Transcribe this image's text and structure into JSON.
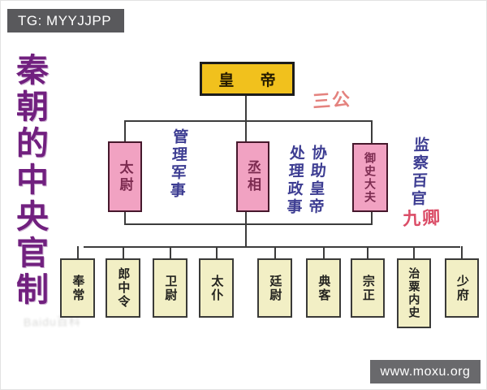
{
  "watermarks": {
    "tg": "TG: MYYJJPP",
    "site": "www.moxu.org",
    "faint": "Baidu百科"
  },
  "title": "秦朝的中央官制",
  "chart": {
    "type": "org-chart",
    "emperor": "皇帝",
    "sangong_label": "三公",
    "jiuqing_label": "九卿",
    "sangong": [
      {
        "name": "太尉",
        "role": "管理军事"
      },
      {
        "name": "丞相",
        "role": "协助皇帝处理政事"
      },
      {
        "name": "御史大夫",
        "role": "监察百官"
      }
    ],
    "jiuqing": [
      "奉常",
      "郎中令",
      "卫尉",
      "太仆",
      "廷尉",
      "典客",
      "宗正",
      "治粟内史",
      "少府"
    ]
  },
  "colors": {
    "title_purple": "#71207f",
    "emperor_fill": "#f1c11d",
    "sangong_fill": "#f1a2c2",
    "jiuqing_fill": "#f2efc5",
    "annotation_blue": "#3d3d92",
    "sangong_label_red": "#e4827e",
    "jiuqing_label_red": "#db4e68",
    "watermark_gray": "#59595c",
    "line_dark": "#3c3c3c"
  }
}
